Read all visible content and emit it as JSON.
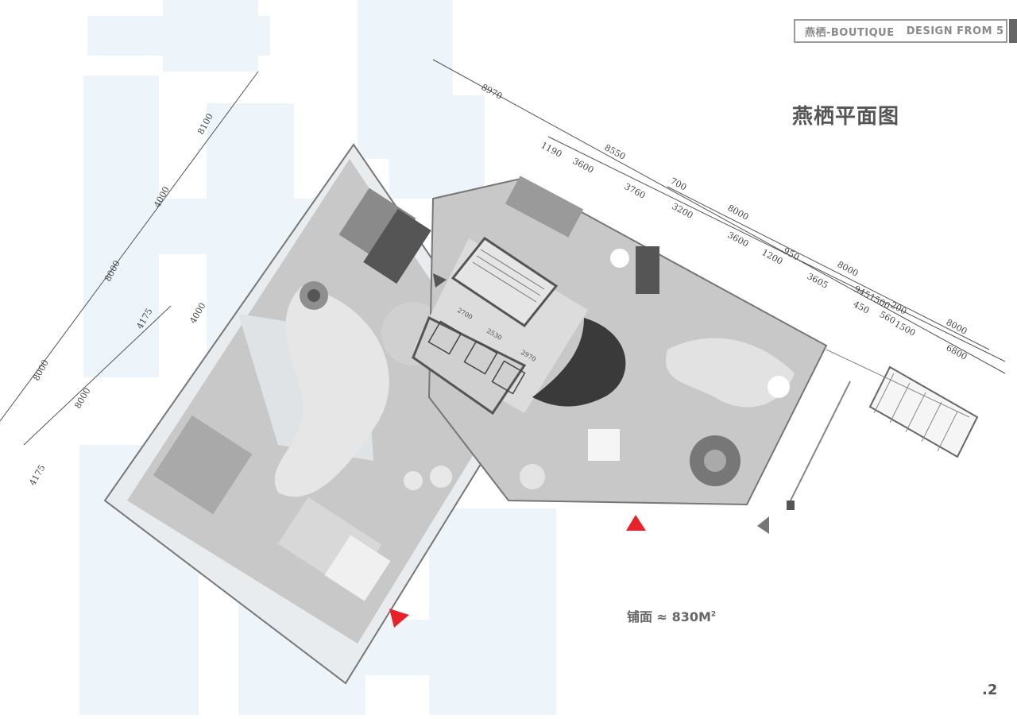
{
  "header": {
    "brand": "燕栖-BOUTIQUE",
    "design_from": "DESIGN FROM 5"
  },
  "title": "燕栖平面图",
  "area": {
    "label": "铺面",
    "approx": "≈",
    "value": "830M",
    "sup": "2"
  },
  "page_number": ".2",
  "dimensions": {
    "left_outer": [
      "8100",
      "4000",
      "8000",
      "8000"
    ],
    "left_inner": [
      "4000",
      "4175",
      "8000",
      "4175"
    ],
    "top_outer": [
      "8970",
      "8550",
      "700",
      "8000",
      "8000",
      "8000"
    ],
    "top_inner": [
      "1190",
      "3600",
      "3760",
      "3200",
      "3600",
      "1200",
      "950",
      "3605",
      "945",
      "1500",
      "450",
      "200",
      "560",
      "1500",
      "6800"
    ],
    "core": [
      "2700",
      "2530",
      "2970"
    ]
  },
  "colors": {
    "wall": "#6f6f6f",
    "floor": "#bdbdbd",
    "floor_light": "#d6d6d6",
    "entrance": "#e8222a",
    "marker": "#777777",
    "watermark": "#eef5fa"
  }
}
